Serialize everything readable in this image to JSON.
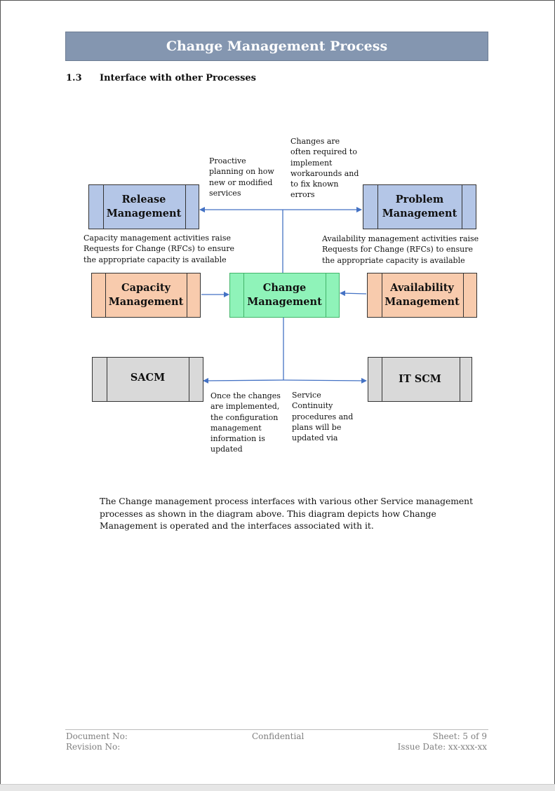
{
  "header": {
    "title": "Change Management Process"
  },
  "section": {
    "number": "1.3",
    "title": "Interface with other Processes"
  },
  "diagram": {
    "boxes": {
      "release": "Release\nManagement",
      "problem": "Problem\nManagement",
      "capacity": "Capacity\nManagement",
      "change": "Change\nManagement",
      "availability": "Availability\nManagement",
      "sacm": "SACM",
      "itscm": "IT SCM"
    },
    "notes": {
      "proactive": "Proactive\nplanning on how\nnew or modified\nservices",
      "changes_required": "Changes are\noften required to\nimplement\nworkarounds and\nto fix known\nerrors",
      "capacity_note": "Capacity management activities raise\nRequests for Change (RFCs) to ensure\nthe appropriate capacity is available",
      "availability_note": "Availability management activities  raise\nRequests for Change (RFCs) to ensure\nthe appropriate capacity is available",
      "sacm_note": "Once the changes\nare implemented,\nthe configuration\nmanagement\ninformation is\nupdated",
      "itscm_note": "Service\nContinuity\nprocedures and\nplans will be\nupdated via"
    },
    "colors": {
      "arrow": "#4472c4",
      "blue_box": "#b4c6e7",
      "orange_box": "#f8cbad",
      "green_box": "#8ff3b9",
      "gray_box": "#d9d9d9"
    }
  },
  "body": {
    "paragraph": "The Change management process interfaces with various other Service management processes as shown in the diagram above. This diagram depicts how Change Management is operated and the interfaces associated with it."
  },
  "footer": {
    "document_no": "Document No:",
    "revision_no": "Revision No:",
    "classification": "Confidential",
    "sheet": "Sheet: 5 of 9",
    "issue_date": "Issue Date: xx-xxx-xx"
  }
}
